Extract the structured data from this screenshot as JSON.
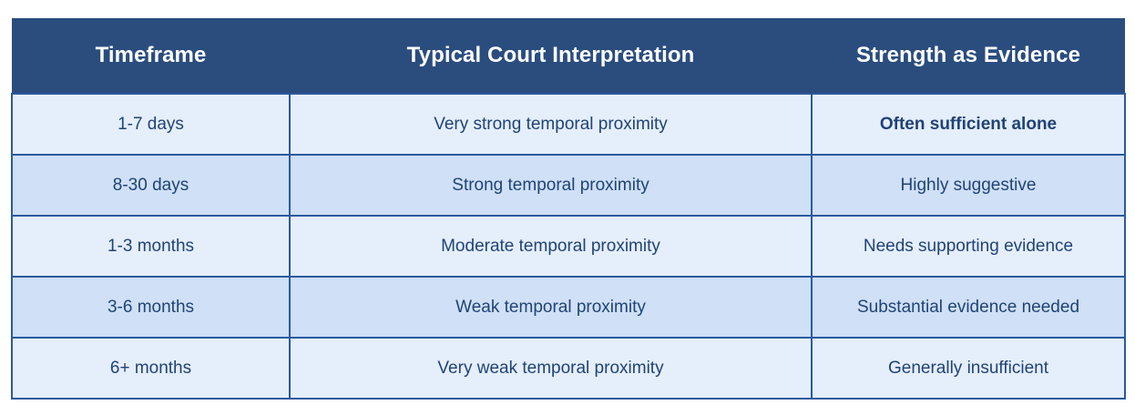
{
  "table": {
    "title": "Temporal proximity evidentiary strength table",
    "columns": [
      {
        "key": "timeframe",
        "label": "Timeframe"
      },
      {
        "key": "interpretation",
        "label": "Typical Court Interpretation"
      },
      {
        "key": "strength",
        "label": "Strength as Evidence"
      }
    ],
    "rows": [
      {
        "timeframe": "1-7 days",
        "interpretation": "Very strong temporal proximity",
        "strength": "Often sufficient alone",
        "strength_bold": true
      },
      {
        "timeframe": "8-30 days",
        "interpretation": "Strong temporal proximity",
        "strength": "Highly suggestive",
        "strength_bold": false
      },
      {
        "timeframe": "1-3 months",
        "interpretation": "Moderate temporal proximity",
        "strength": "Needs supporting evidence",
        "strength_bold": false
      },
      {
        "timeframe": "3-6 months",
        "interpretation": "Weak temporal proximity",
        "strength": "Substantial evidence needed",
        "strength_bold": false
      },
      {
        "timeframe": "6+ months",
        "interpretation": "Very weak temporal proximity",
        "strength": "Generally insufficient",
        "strength_bold": false
      }
    ]
  },
  "colors": {
    "header_background": "#2a4d7e",
    "header_text": "#ffffff",
    "row_light": "#e5eefb",
    "row_dark": "#cfe0f7",
    "cell_text": "#1f4376",
    "grid_line": "#2a5a9e",
    "page_background": "#ffffff"
  }
}
